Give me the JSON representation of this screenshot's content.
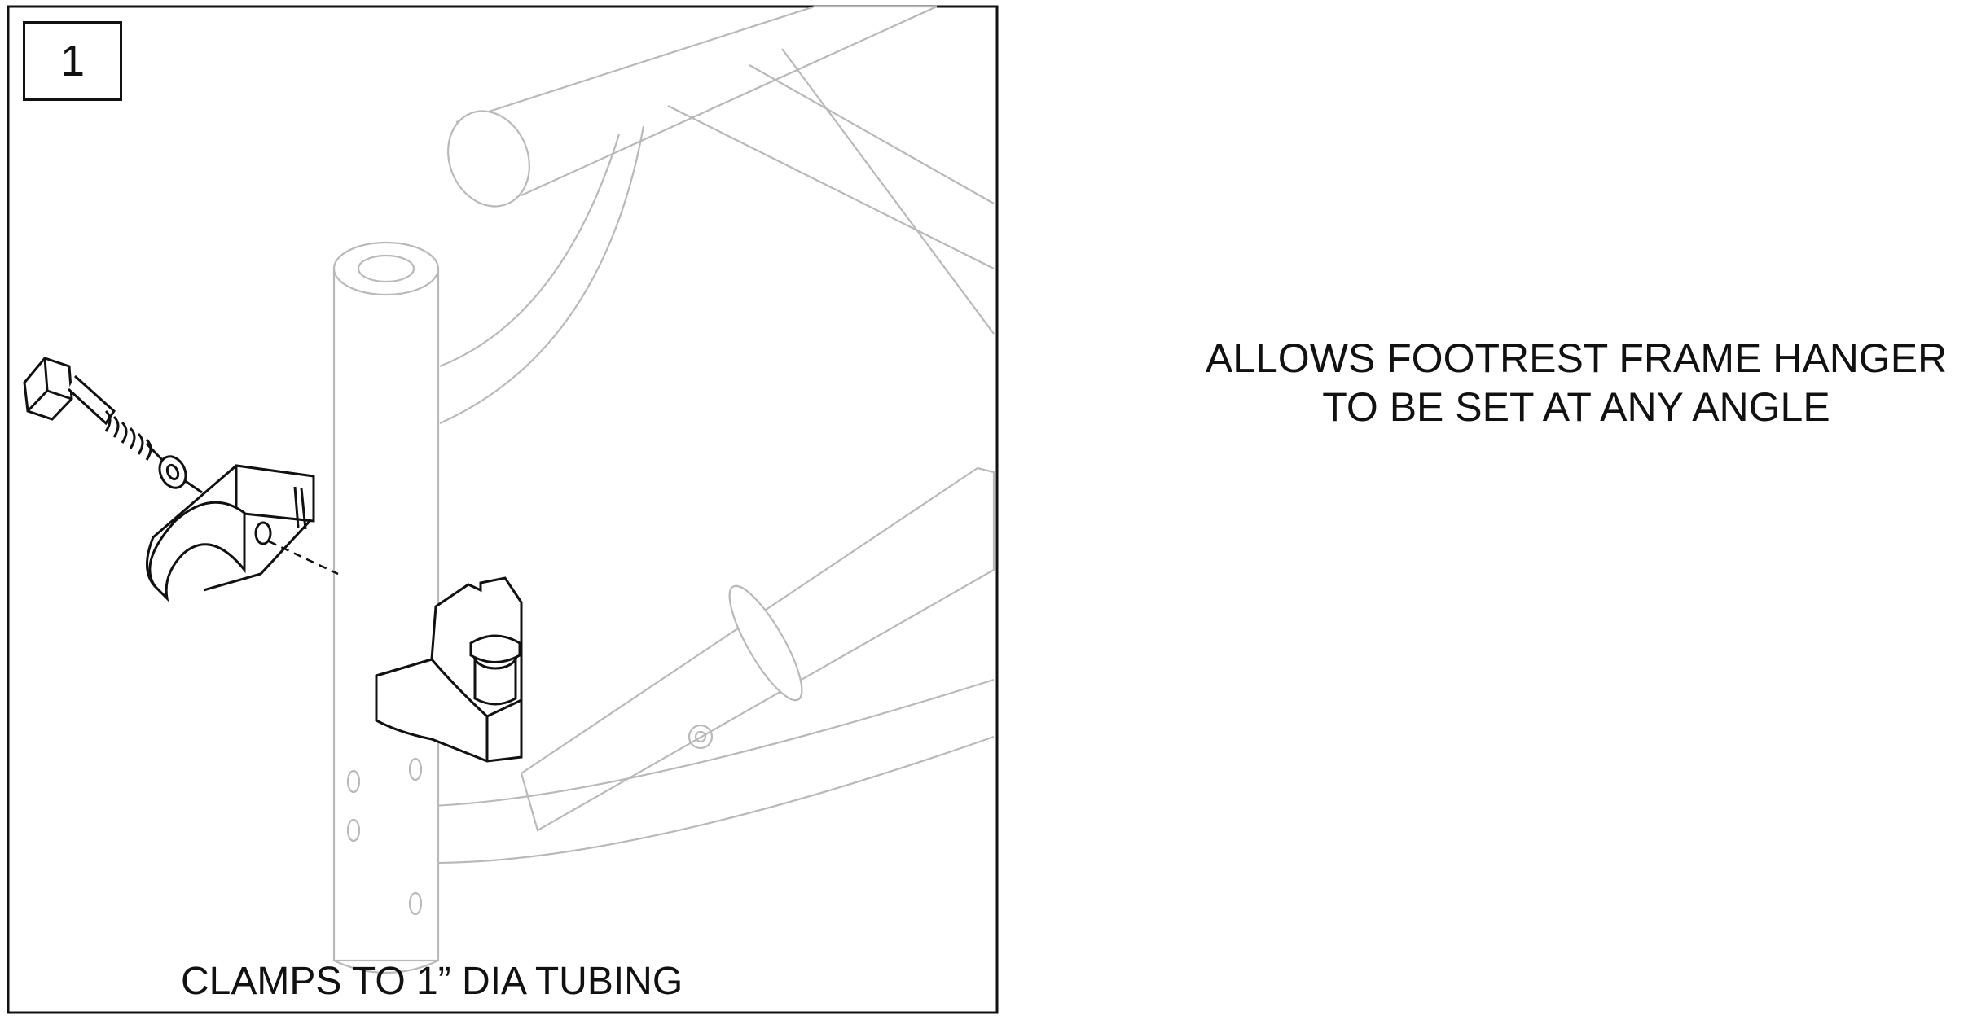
{
  "step_number": "1",
  "left_caption": "CLAMPS TO 1” DIA TUBING",
  "right_caption": {
    "line1": "ALLOWS FOOTREST FRAME HANGER",
    "line2": "TO BE SET AT ANY ANGLE"
  }
}
